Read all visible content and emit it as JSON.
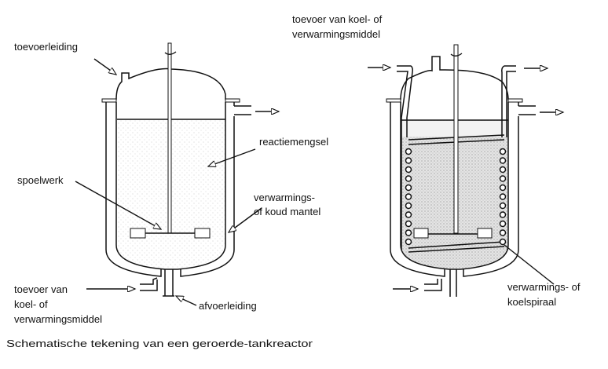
{
  "left_reactor": {
    "feed_label": "toevoerleiding",
    "mixture_label": "reactiemengsel",
    "stirrer_label": "spoelwerk",
    "jacket_label_1": "verwarmings-",
    "jacket_label_2": "of koud mantel",
    "coolant_label_1": "toevoer van",
    "coolant_label_2": "koel- of",
    "coolant_label_3": "verwarmingsmiddel",
    "drain_label": "afvoerleiding"
  },
  "right_reactor": {
    "coolant_label_1": "toevoer van koel- of",
    "coolant_label_2": "verwarmingsmiddel",
    "coil_label_1": "verwarmings- of",
    "coil_label_2": "koelspiraal"
  },
  "caption": "Schematische tekening van een geroerde-tankreactor"
}
